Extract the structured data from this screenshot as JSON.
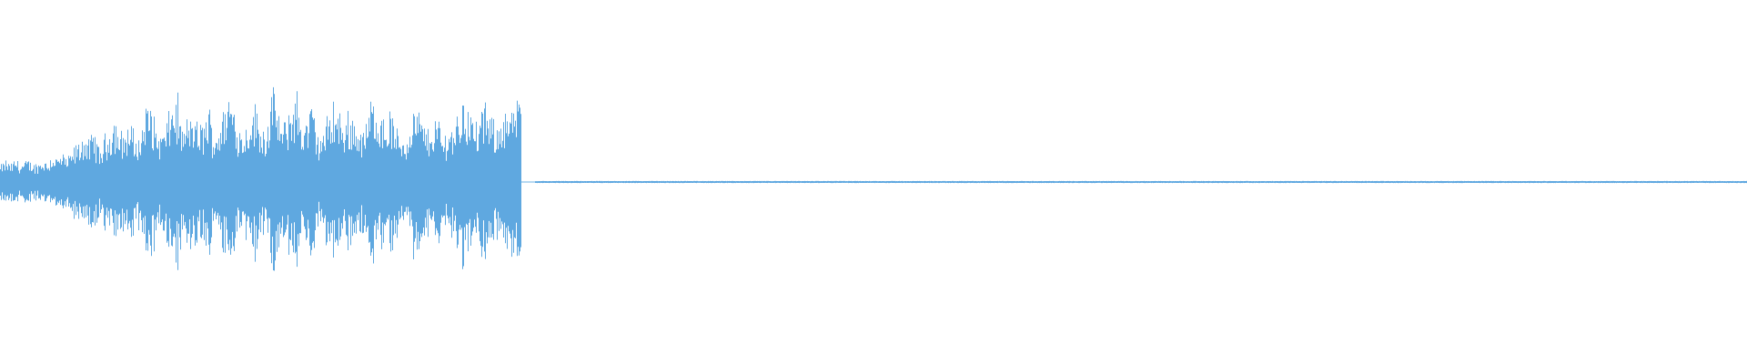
{
  "waveform": {
    "color": "#5fa8e0",
    "background": "#ffffff",
    "sections": [
      {
        "name": "loud-section",
        "envelope_points": [
          [
            0.0,
            0.18
          ],
          [
            0.01,
            0.24
          ],
          [
            0.02,
            0.2
          ],
          [
            0.03,
            0.26
          ],
          [
            0.04,
            0.2
          ],
          [
            0.05,
            0.24
          ],
          [
            0.06,
            0.22
          ],
          [
            0.07,
            0.2
          ],
          [
            0.08,
            0.25
          ],
          [
            0.09,
            0.23
          ],
          [
            0.1,
            0.3
          ],
          [
            0.11,
            0.28
          ],
          [
            0.12,
            0.31
          ],
          [
            0.13,
            0.26
          ],
          [
            0.14,
            0.38
          ],
          [
            0.15,
            0.42
          ],
          [
            0.16,
            0.55
          ],
          [
            0.17,
            0.44
          ],
          [
            0.18,
            0.58
          ],
          [
            0.19,
            0.35
          ],
          [
            0.2,
            0.5
          ],
          [
            0.21,
            0.6
          ],
          [
            0.22,
            0.73
          ],
          [
            0.23,
            0.54
          ],
          [
            0.24,
            0.58
          ],
          [
            0.25,
            0.66
          ],
          [
            0.26,
            0.48
          ],
          [
            0.27,
            0.54
          ],
          [
            0.28,
            0.86
          ],
          [
            0.29,
            0.88
          ],
          [
            0.3,
            0.58
          ],
          [
            0.31,
            0.54
          ],
          [
            0.32,
            0.66
          ],
          [
            0.33,
            0.9
          ],
          [
            0.34,
            0.95
          ],
          [
            0.35,
            0.56
          ],
          [
            0.36,
            0.7
          ],
          [
            0.37,
            0.76
          ],
          [
            0.38,
            0.62
          ],
          [
            0.39,
            0.66
          ],
          [
            0.4,
            0.84
          ],
          [
            0.41,
            0.56
          ],
          [
            0.42,
            0.64
          ],
          [
            0.43,
            0.82
          ],
          [
            0.44,
            1.0
          ],
          [
            0.45,
            0.86
          ],
          [
            0.46,
            0.58
          ],
          [
            0.47,
            0.6
          ],
          [
            0.48,
            0.8
          ],
          [
            0.49,
            0.84
          ],
          [
            0.5,
            0.66
          ],
          [
            0.51,
            0.58
          ],
          [
            0.52,
            0.96
          ],
          [
            0.53,
            0.98
          ],
          [
            0.54,
            0.6
          ],
          [
            0.55,
            0.7
          ],
          [
            0.56,
            0.92
          ],
          [
            0.57,
            0.98
          ],
          [
            0.58,
            0.62
          ],
          [
            0.59,
            0.74
          ],
          [
            0.6,
            0.88
          ],
          [
            0.61,
            0.52
          ],
          [
            0.62,
            0.54
          ],
          [
            0.63,
            0.74
          ],
          [
            0.64,
            0.92
          ],
          [
            0.65,
            0.78
          ],
          [
            0.66,
            0.64
          ],
          [
            0.67,
            0.8
          ],
          [
            0.68,
            0.7
          ],
          [
            0.69,
            0.62
          ],
          [
            0.7,
            0.56
          ],
          [
            0.71,
            0.88
          ],
          [
            0.72,
            0.96
          ],
          [
            0.73,
            0.8
          ],
          [
            0.74,
            0.66
          ],
          [
            0.75,
            0.8
          ],
          [
            0.76,
            0.58
          ],
          [
            0.77,
            0.54
          ],
          [
            0.78,
            0.48
          ],
          [
            0.79,
            0.78
          ],
          [
            0.8,
            0.84
          ],
          [
            0.81,
            0.7
          ],
          [
            0.82,
            0.56
          ],
          [
            0.83,
            0.66
          ],
          [
            0.84,
            0.74
          ],
          [
            0.85,
            0.5
          ],
          [
            0.86,
            0.6
          ],
          [
            0.87,
            0.64
          ],
          [
            0.88,
            0.8
          ],
          [
            0.89,
            0.94
          ],
          [
            0.9,
            0.9
          ],
          [
            0.91,
            0.62
          ],
          [
            0.92,
            0.7
          ],
          [
            0.93,
            0.88
          ],
          [
            0.94,
            0.74
          ],
          [
            0.95,
            0.62
          ],
          [
            0.96,
            0.76
          ],
          [
            0.97,
            0.82
          ],
          [
            0.98,
            0.74
          ],
          [
            0.99,
            0.9
          ],
          [
            1.0,
            0.86
          ]
        ]
      },
      {
        "name": "quiet-section",
        "envelope_points": [
          [
            0.0,
            0.02
          ],
          [
            0.05,
            0.03
          ],
          [
            0.1,
            0.04
          ],
          [
            0.15,
            0.06
          ],
          [
            0.2,
            0.05
          ],
          [
            0.25,
            0.07
          ],
          [
            0.3,
            0.06
          ],
          [
            0.35,
            0.08
          ],
          [
            0.4,
            0.07
          ],
          [
            0.45,
            0.09
          ],
          [
            0.5,
            0.08
          ],
          [
            0.55,
            0.07
          ],
          [
            0.6,
            0.08
          ],
          [
            0.65,
            0.06
          ],
          [
            0.7,
            0.07
          ],
          [
            0.75,
            0.06
          ],
          [
            0.8,
            0.08
          ],
          [
            0.85,
            0.07
          ],
          [
            0.9,
            0.1
          ],
          [
            0.95,
            0.09
          ],
          [
            1.0,
            0.11
          ]
        ]
      }
    ]
  }
}
